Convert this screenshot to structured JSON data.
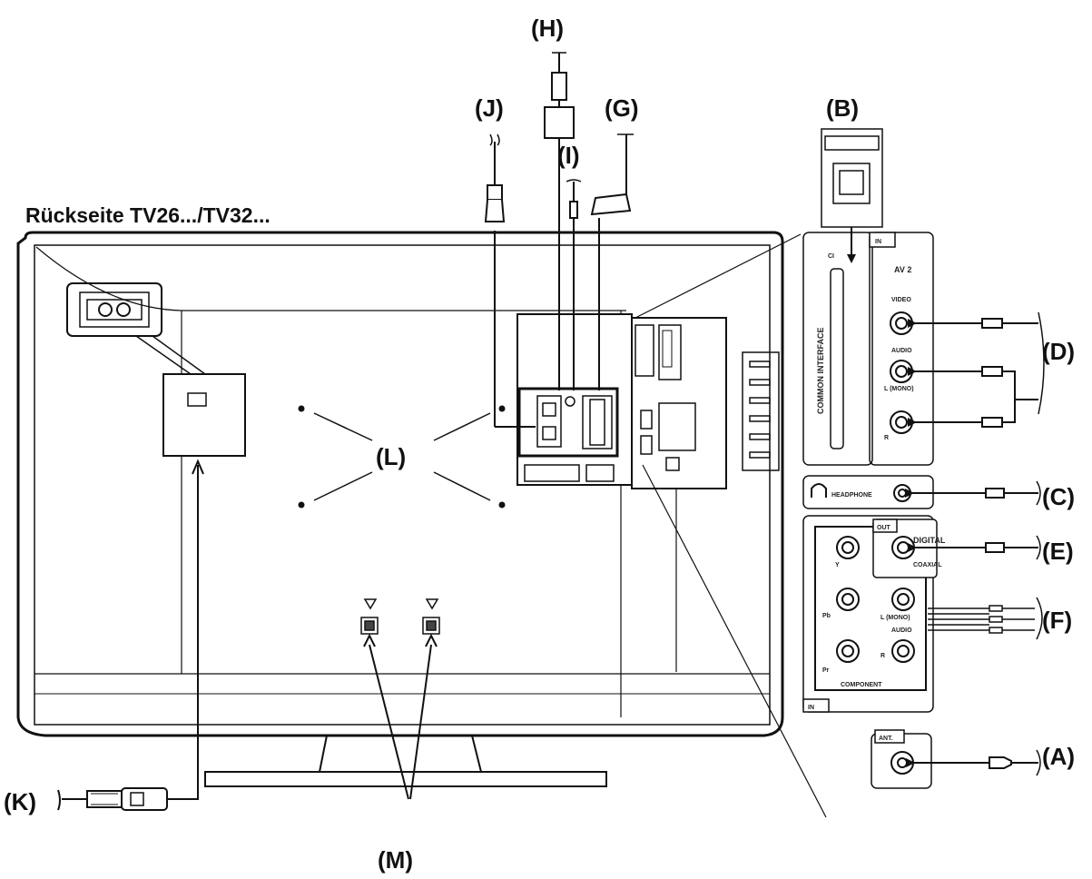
{
  "title": "Rückseite TV26.../TV32...",
  "callouts": {
    "A": "(A)",
    "B": "(B)",
    "C": "(C)",
    "D": "(D)",
    "E": "(E)",
    "F": "(F)",
    "G": "(G)",
    "H": "(H)",
    "I": "(I)",
    "J": "(J)",
    "K": "(K)",
    "L": "(L)",
    "M": "(M)"
  },
  "panel": {
    "in_top": "IN",
    "av2": "AV 2",
    "video": "VIDEO",
    "audio": "AUDIO",
    "l_mono": "L (MONO)",
    "r": "R",
    "common_interface": "COMMON INTERFACE",
    "ci_slot": "CI",
    "headphone": "HEADPHONE",
    "out": "OUT",
    "digital": "DIGITAL",
    "coaxial": "COAXIAL",
    "y": "Y",
    "pb": "Pb",
    "pr": "Pr",
    "component_l_mono": "L (MONO)",
    "component_audio": "AUDIO",
    "component_r": "R",
    "component": "COMPONENT",
    "in_bottom": "IN",
    "ant": "ANT."
  }
}
